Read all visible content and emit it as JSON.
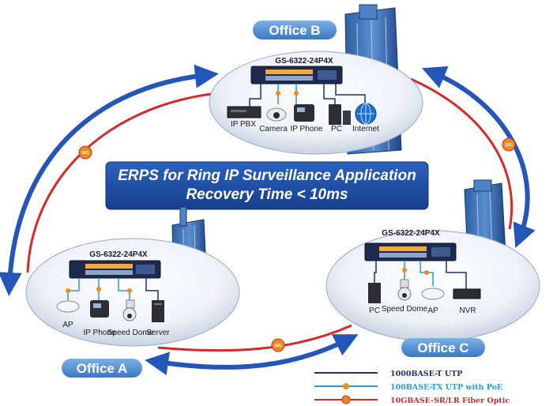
{
  "title": {
    "line1": "ERPS for Ring IP Surveillance Application",
    "line2": "Recovery Time < 10ms"
  },
  "fiber_badge": "10G",
  "offices": {
    "b": {
      "label": "Office B",
      "switch": "GS-6322-24P4X",
      "devices": [
        "IP PBX",
        "Camera",
        "IP Phone",
        "PC",
        "Internet"
      ]
    },
    "a": {
      "label": "Office A",
      "switch": "GS-6322-24P4X",
      "devices": [
        "AP",
        "IP Phone",
        "Speed Dome",
        "Server"
      ]
    },
    "c": {
      "label": "Office C",
      "switch": "GS-6322-24P4X",
      "devices": [
        "PC",
        "Speed Dome",
        "AP",
        "NVR"
      ]
    }
  },
  "legend": [
    {
      "text": "1000BASE-T UTP",
      "color": "#1f2f7a"
    },
    {
      "text": "100BASE-TX UTP with PoE",
      "color": "#2a9bd6"
    },
    {
      "text": "10GBASE-SR/LR Fiber Optic",
      "color": "#d62a2a"
    }
  ],
  "colors": {
    "ring_arrow": "#2455b8",
    "fiber": "#d62a2a",
    "utp": "#1f2f7a",
    "poe": "#2a9bd6",
    "badge": "#f08a1c",
    "title_bg": "#1e4fa8"
  }
}
